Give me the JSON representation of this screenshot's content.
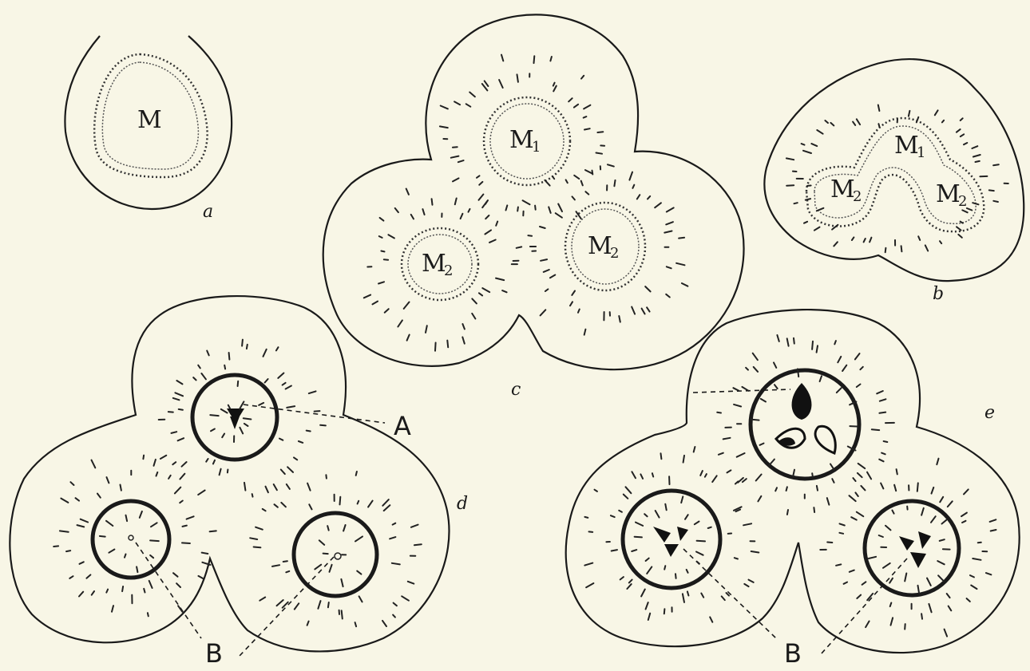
{
  "labels": {
    "a_m": "M",
    "a_fig": "a",
    "b_m1": "M",
    "b_m1_sub": "1",
    "b_m2_left": "M",
    "b_m2_left_sub": "2",
    "b_m2_right": "M",
    "b_m2_right_sub": "2",
    "b_fig": "b",
    "c_m1": "M",
    "c_m1_sub": "1",
    "c_m2_left": "M",
    "c_m2_left_sub": "2",
    "c_m2_right": "M",
    "c_m2_right_sub": "2",
    "c_fig": "c",
    "d_a": "A",
    "d_fig": "d",
    "d_b": "B",
    "e_fig": "e",
    "e_b": "B"
  }
}
